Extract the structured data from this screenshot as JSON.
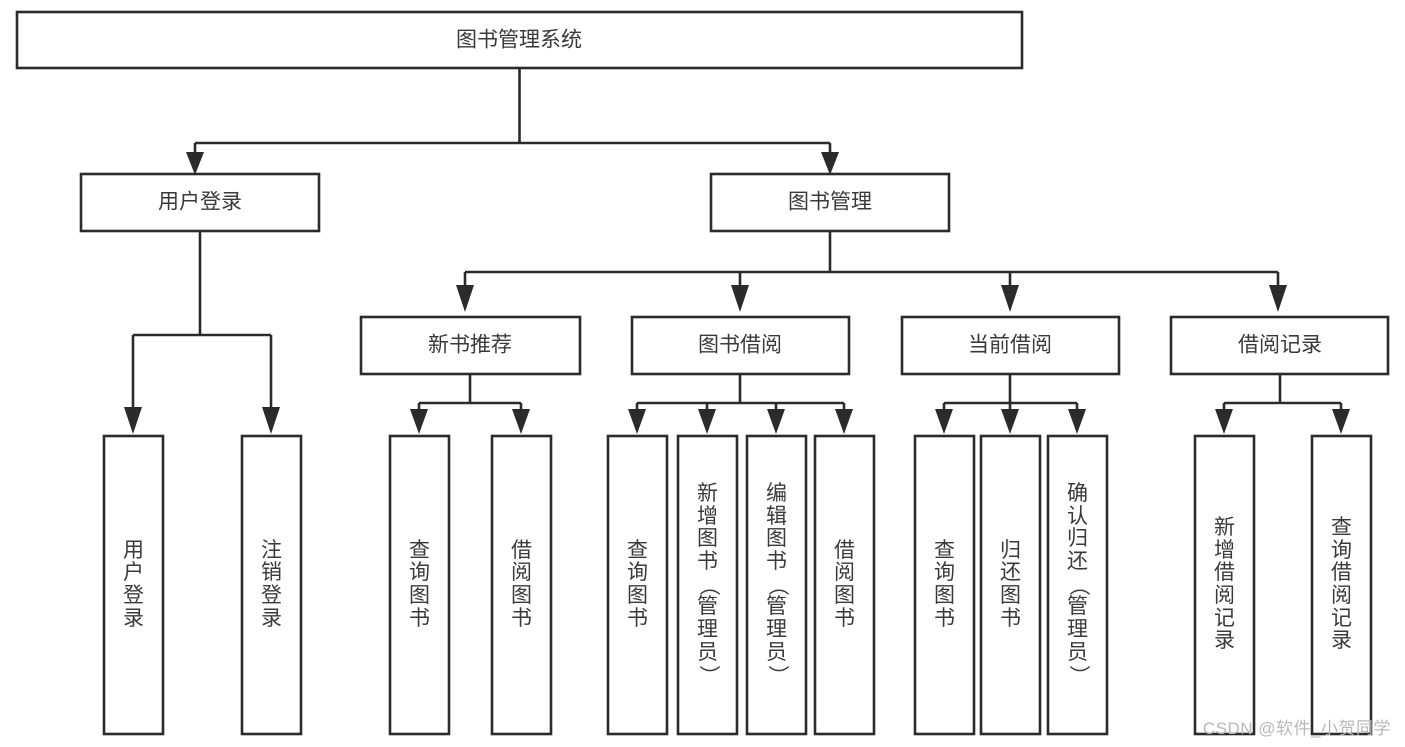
{
  "diagram": {
    "title": "图书管理系统",
    "type": "hierarchy-tree",
    "watermark": "CSDN @软件_小贺同学",
    "colors": {
      "stroke": "#2b2b2b",
      "text": "#3a3a3a",
      "background": "#ffffff",
      "watermark": "#b8b8b8"
    },
    "root": {
      "label": "图书管理系统"
    },
    "level2": [
      {
        "label": "用户登录"
      },
      {
        "label": "图书管理"
      }
    ],
    "level3": [
      {
        "label": "新书推荐"
      },
      {
        "label": "图书借阅"
      },
      {
        "label": "当前借阅"
      },
      {
        "label": "借阅记录"
      }
    ],
    "leaves": {
      "user_login": [
        {
          "label": "用户登录",
          "chars": [
            "用",
            "户",
            "登",
            "录"
          ]
        },
        {
          "label": "注销登录",
          "chars": [
            "注",
            "销",
            "登",
            "录"
          ]
        }
      ],
      "new_book_recommend": [
        {
          "label": "查询图书",
          "chars": [
            "查",
            "询",
            "图",
            "书"
          ]
        },
        {
          "label": "借阅图书",
          "chars": [
            "借",
            "阅",
            "图",
            "书"
          ]
        }
      ],
      "book_borrow": [
        {
          "label": "查询图书",
          "chars": [
            "查",
            "询",
            "图",
            "书"
          ]
        },
        {
          "label": "新增图书（管理员）",
          "chars": [
            "新",
            "增",
            "图",
            "书",
            "（",
            "管",
            "理",
            "员",
            "）"
          ]
        },
        {
          "label": "编辑图书（管理员）",
          "chars": [
            "编",
            "辑",
            "图",
            "书",
            "（",
            "管",
            "理",
            "员",
            "）"
          ]
        },
        {
          "label": "借阅图书",
          "chars": [
            "借",
            "阅",
            "图",
            "书"
          ]
        }
      ],
      "current_borrow": [
        {
          "label": "查询图书",
          "chars": [
            "查",
            "询",
            "图",
            "书"
          ]
        },
        {
          "label": "归还图书",
          "chars": [
            "归",
            "还",
            "图",
            "书"
          ]
        },
        {
          "label": "确认归还（管理员）",
          "chars": [
            "确",
            "认",
            "归",
            "还",
            "（",
            "管",
            "理",
            "员",
            "）"
          ]
        }
      ],
      "borrow_record": [
        {
          "label": "新增借阅记录",
          "chars": [
            "新",
            "增",
            "借",
            "阅",
            "记",
            "录"
          ]
        },
        {
          "label": "查询借阅记录",
          "chars": [
            "查",
            "询",
            "借",
            "阅",
            "记",
            "录"
          ]
        }
      ]
    }
  }
}
